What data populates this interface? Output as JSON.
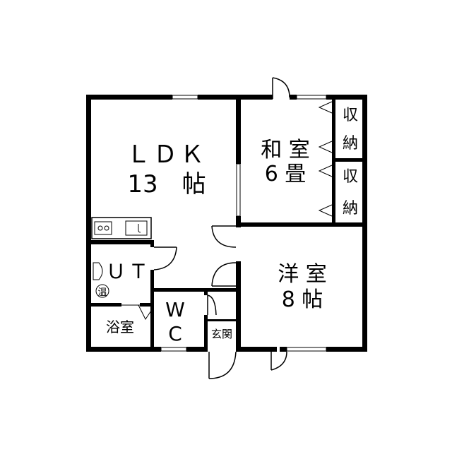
{
  "rooms": {
    "ldk": {
      "name": "ＬＤＫ",
      "size": "13　帖"
    },
    "washitsu": {
      "name": "和 室",
      "size": "6 畳"
    },
    "shuno_top": {
      "line1": "収",
      "line2": "納"
    },
    "shuno_bottom": {
      "line1": "収",
      "line2": "納"
    },
    "ut": {
      "name": "ＵＴ",
      "heater": "温"
    },
    "yoshitsu": {
      "name": "洋 室",
      "size": "8 帖"
    },
    "wc": {
      "line1": "W",
      "line2": "C"
    },
    "yokushitsu": {
      "name": "浴室"
    },
    "genkan": {
      "name": "玄関"
    }
  }
}
